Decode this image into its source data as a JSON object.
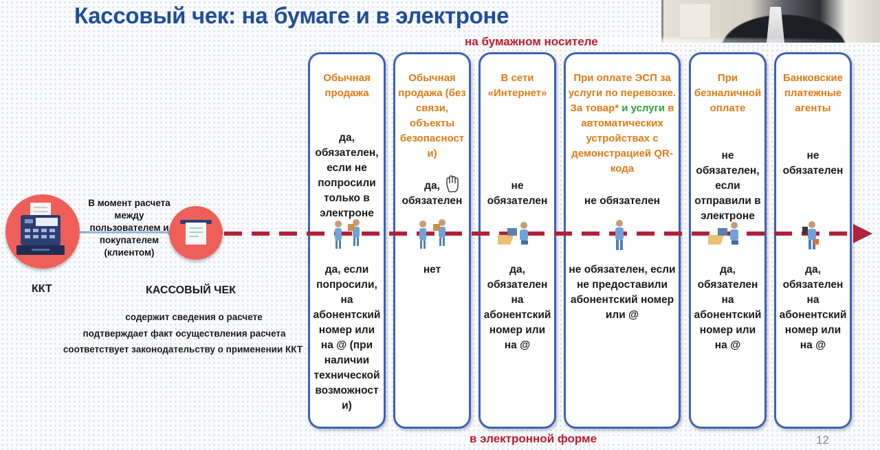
{
  "title": "Кассовый чек: на бумаге и в электроне",
  "top_label": "на бумажном носителе",
  "bottom_label": "в электронной форме",
  "left": {
    "kkt_label": "ККТ",
    "moment_text": "В момент расчета между пользователем и покупателем (клиентом)",
    "check_label": "КАССОВЫЙ ЧЕК",
    "descriptions": [
      "содержит сведения о расчете",
      "подтверждает факт осуществления расчета",
      "соответствует законодательству о применении ККТ"
    ]
  },
  "columns": [
    {
      "title": "Обычная продажа",
      "paper": "да, обязателен, если не попросили только в электроне",
      "electronic": "да, если попросили, на абонентский номер или на @ (при наличии технической возможност и)"
    },
    {
      "title": "Обычная продажа (без связи, объекты безопасност и)",
      "paper": "да, обязателен",
      "electronic": "нет"
    },
    {
      "title": "В сети «Интернет»",
      "paper": "не обязателен",
      "electronic": "да, обязателен на абонентский номер или на @"
    },
    {
      "title_part1": "При оплате ЭСП за услуги по перевозке. За товар*",
      "title_green": "и услуги",
      "title_part2": "в автоматических устройствах с демонстрацией QR-кода",
      "paper": "не обязателен",
      "electronic": "не обязателен, если не предоставили абонентский номер или @"
    },
    {
      "title": "При безналичной оплате",
      "paper": "не обязателен, если отправили в электроне",
      "electronic": "да, обязателен на абонентский номер или на @"
    },
    {
      "title": "Банковские платежные агенты",
      "paper": "не обязателен",
      "electronic": "да, обязателен на абонентский номер или на @"
    }
  ],
  "page_number": "12",
  "colors": {
    "title": "#1f4e9a",
    "column_title": "#e07a16",
    "column_title_green": "#2aa336",
    "accent_red": "#c0192b",
    "arrow": "#b0223a",
    "circle": "#ef5f5a",
    "column_border": "#3a64b4"
  }
}
